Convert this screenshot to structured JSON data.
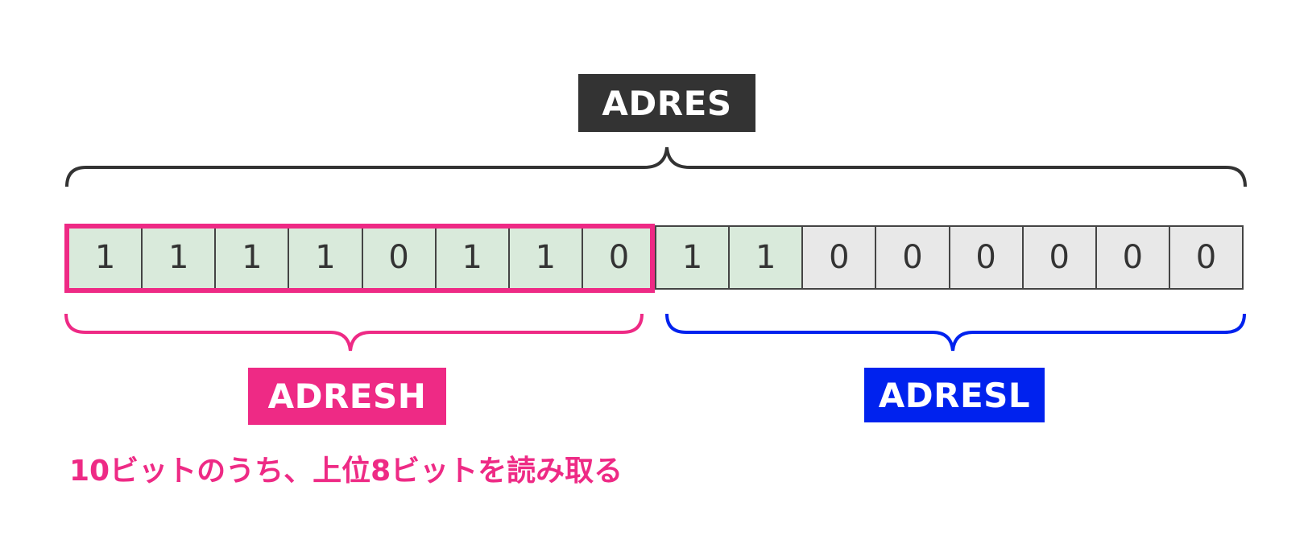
{
  "colors": {
    "upper_accent": "#ee2a85",
    "lower_accent": "#0022ee",
    "total_accent": "#333333",
    "used_bit_fill": "#d9eadb",
    "unused_bit_fill": "#e8e8e8"
  },
  "labels": {
    "register": "ADRES",
    "upper_register": "ADRESH",
    "lower_register": "ADRESL"
  },
  "bits": [
    {
      "value": "1",
      "used": true
    },
    {
      "value": "1",
      "used": true
    },
    {
      "value": "1",
      "used": true
    },
    {
      "value": "1",
      "used": true
    },
    {
      "value": "0",
      "used": true
    },
    {
      "value": "1",
      "used": true
    },
    {
      "value": "1",
      "used": true
    },
    {
      "value": "0",
      "used": true
    },
    {
      "value": "1",
      "used": true
    },
    {
      "value": "1",
      "used": true
    },
    {
      "value": "0",
      "used": false
    },
    {
      "value": "0",
      "used": false
    },
    {
      "value": "0",
      "used": false
    },
    {
      "value": "0",
      "used": false
    },
    {
      "value": "0",
      "used": false
    },
    {
      "value": "0",
      "used": false
    }
  ],
  "caption": "10ビットのうち、上位8ビットを読み取る"
}
